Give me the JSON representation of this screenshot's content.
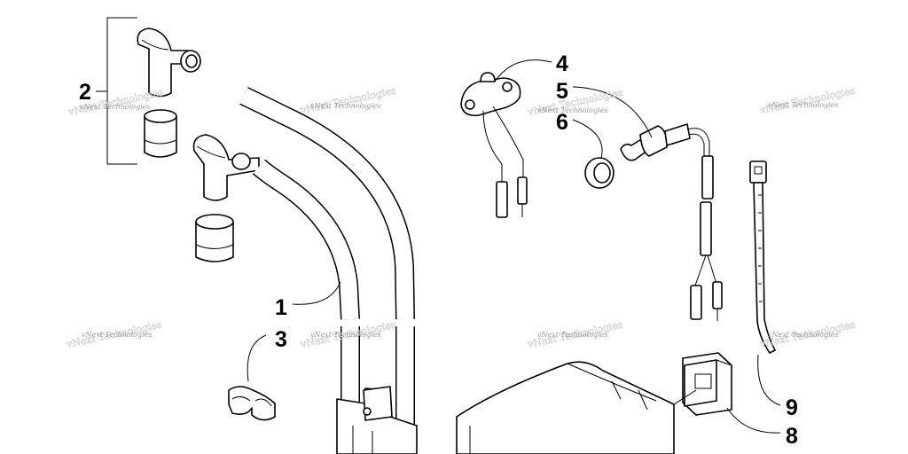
{
  "callouts": [
    {
      "id": "1",
      "label": "1"
    },
    {
      "id": "2",
      "label": "2"
    },
    {
      "id": "3",
      "label": "3"
    },
    {
      "id": "4",
      "label": "4"
    },
    {
      "id": "5",
      "label": "5"
    },
    {
      "id": "6",
      "label": "6"
    },
    {
      "id": "8",
      "label": "8"
    },
    {
      "id": "9",
      "label": "9"
    }
  ],
  "watermark": {
    "text": "vNext Technologies"
  }
}
